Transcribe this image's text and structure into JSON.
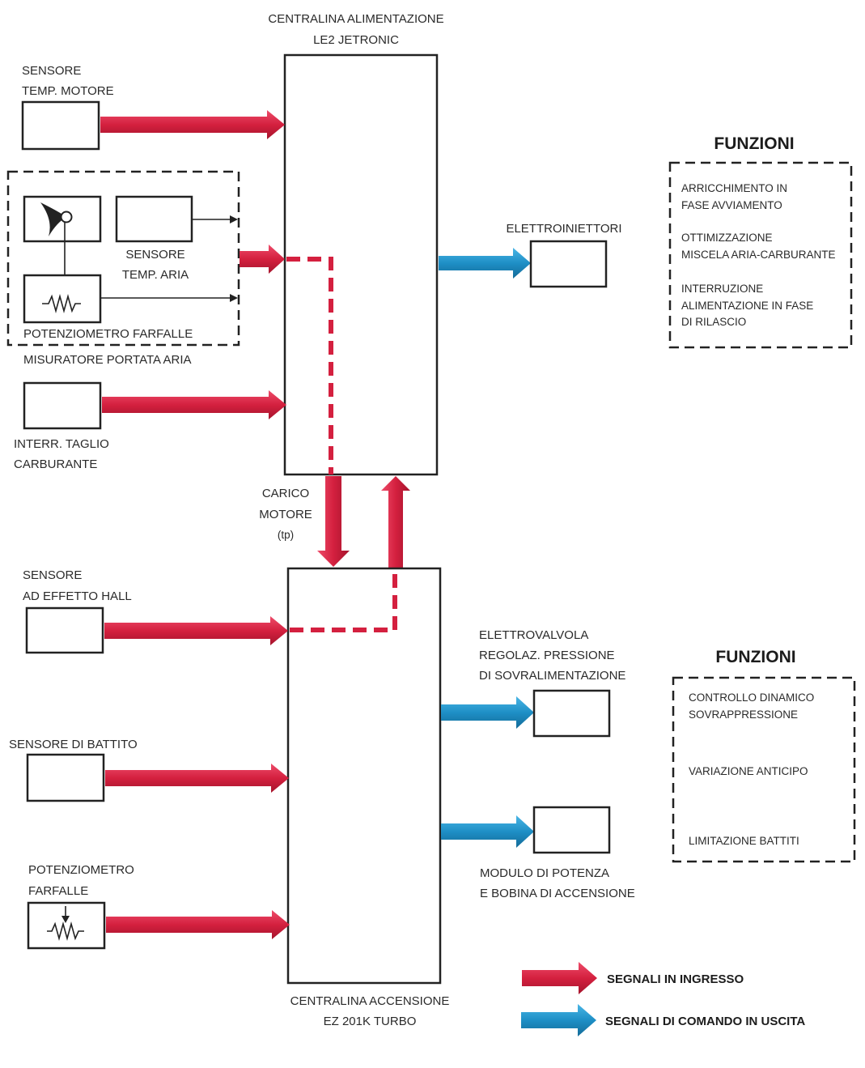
{
  "ecu_fuel": {
    "line1": "CENTRALINA ALIMENTAZIONE",
    "line2": "LE2 JETRONIC"
  },
  "ecu_ignition": {
    "line1": "CENTRALINA ACCENSIONE",
    "line2": "EZ 201K TURBO"
  },
  "inputs_fuel": {
    "engine_temp": {
      "line1": "SENSORE",
      "line2": "TEMP. MOTORE"
    },
    "air_temp": {
      "line1": "SENSORE",
      "line2": "TEMP. ARIA"
    },
    "throttle_pot": "POTENZIOMETRO FARFALLE",
    "air_flow_meter": "MISURATORE PORTATA ARIA",
    "fuel_cutoff": {
      "line1": "INTERR. TAGLIO",
      "line2": "CARBURANTE"
    }
  },
  "link": {
    "line1": "CARICO",
    "line2": "MOTORE",
    "line3": "(tp)"
  },
  "inputs_ignition": {
    "hall_sensor": {
      "line1": "SENSORE",
      "line2": "AD EFFETTO HALL"
    },
    "knock_sensor": "SENSORE DI BATTITO",
    "throttle_pot": {
      "line1": "POTENZIOMETRO",
      "line2": "FARFALLE"
    }
  },
  "outputs": {
    "injectors": "ELETTROINIETTORI",
    "boost_valve": {
      "line1": "ELETTROVALVOLA",
      "line2": "REGOLAZ. PRESSIONE",
      "line3": "DI SOVRALIMENTAZIONE"
    },
    "power_module": {
      "line1": "MODULO DI POTENZA",
      "line2": "E BOBINA DI ACCENSIONE"
    }
  },
  "functions_fuel": {
    "title": "FUNZIONI",
    "items": [
      {
        "line1": "ARRICCHIMENTO IN",
        "line2": "FASE AVVIAMENTO"
      },
      {
        "line1": "OTTIMIZZAZIONE",
        "line2": "MISCELA ARIA-CARBURANTE"
      },
      {
        "line1": "INTERRUZIONE",
        "line2": "ALIMENTAZIONE IN FASE",
        "line3": "DI RILASCIO"
      }
    ]
  },
  "functions_ignition": {
    "title": "FUNZIONI",
    "items": [
      {
        "line1": "CONTROLLO DINAMICO",
        "line2": "SOVRAPPRESSIONE"
      },
      {
        "line1": "VARIAZIONE ANTICIPO"
      },
      {
        "line1": "LIMITAZIONE BATTITI"
      }
    ]
  },
  "legend": {
    "input": "SEGNALI IN INGRESSO",
    "output": "SEGNALI DI COMANDO IN USCITA"
  },
  "colors": {
    "input_signal": "#d4203f",
    "output_signal": "#1e8fc6",
    "outline": "#222222"
  }
}
